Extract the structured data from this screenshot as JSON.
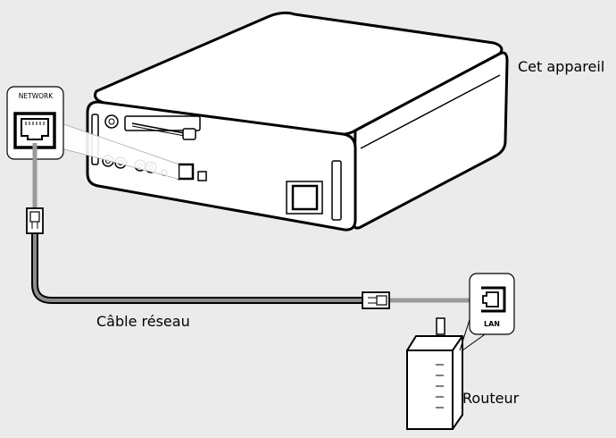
{
  "labels": {
    "device": "Cet appareil",
    "network_port": "NETWORK",
    "cable": "Câble réseau",
    "lan_port": "LAN",
    "router": "Routeur"
  }
}
